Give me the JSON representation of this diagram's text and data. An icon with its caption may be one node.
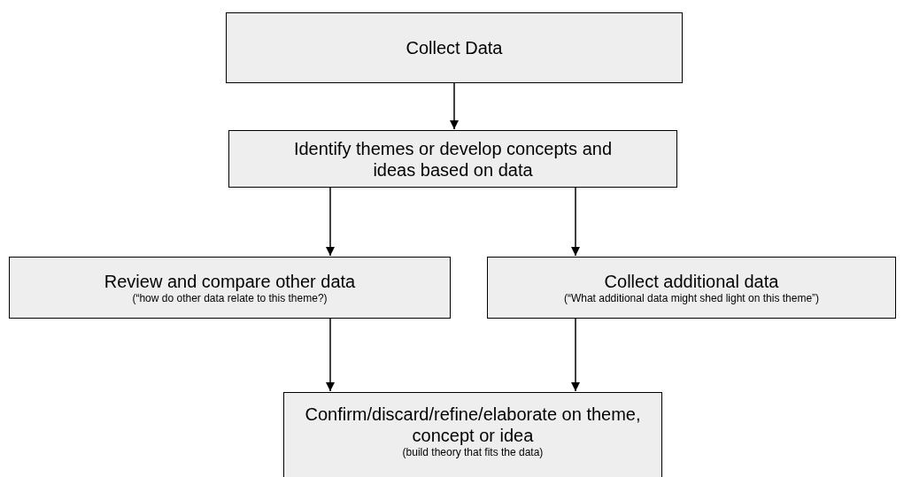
{
  "diagram": {
    "nodes": [
      {
        "text": [
          "Collect Data"
        ]
      },
      {
        "text": [
          "Identify themes or develop concepts and ideas based on data"
        ]
      },
      {
        "text": [
          "Review and compare other data",
          "(“how do other data relate to this theme?)"
        ]
      },
      {
        "text": [
          "Collect additional data",
          "(“What additional data might shed light on this theme”)"
        ]
      },
      {
        "text": [
          "Confirm/discard/refine/elaborate on theme, concept or idea",
          "(build theory that fits the data)"
        ]
      }
    ],
    "edges": [
      {
        "from": 0,
        "to": 1,
        "arrow": "to"
      },
      {
        "from": 1,
        "to": 2,
        "arrow": "to"
      },
      {
        "from": 1,
        "to": 3,
        "arrow": "to"
      },
      {
        "from": 2,
        "to": 4,
        "arrow": "to"
      },
      {
        "from": 3,
        "to": 4,
        "arrow": "to"
      }
    ]
  }
}
